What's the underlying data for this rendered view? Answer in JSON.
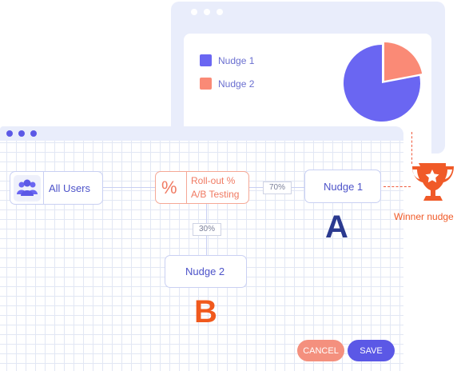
{
  "results": {
    "legend": [
      {
        "label": "Nudge 1",
        "color": "#6a66f2"
      },
      {
        "label": "Nudge 2",
        "color": "#fa8a76"
      }
    ],
    "pie": [
      {
        "label": "Nudge 1",
        "value": 78,
        "color": "#6a66f2"
      },
      {
        "label": "Nudge 2",
        "value": 22,
        "color": "#fa8a76"
      }
    ]
  },
  "flow": {
    "source_label": "All Users",
    "split": {
      "symbol": "%",
      "line1": "Roll-out %",
      "line2": "A/B Testing"
    },
    "branch_a": {
      "percent": "70%",
      "label": "Nudge 1",
      "letter": "A",
      "letter_color": "#2b3a8f"
    },
    "branch_b": {
      "percent": "30%",
      "label": "Nudge 2",
      "letter": "B",
      "letter_color": "#f0591d"
    }
  },
  "winner": {
    "label": "Winner nudge",
    "icon": "trophy-icon",
    "color": "#f05a28"
  },
  "actions": {
    "cancel_label": "CANCEL",
    "cancel_color": "#f4907e",
    "save_label": "SAVE",
    "save_color": "#5b58e6"
  }
}
